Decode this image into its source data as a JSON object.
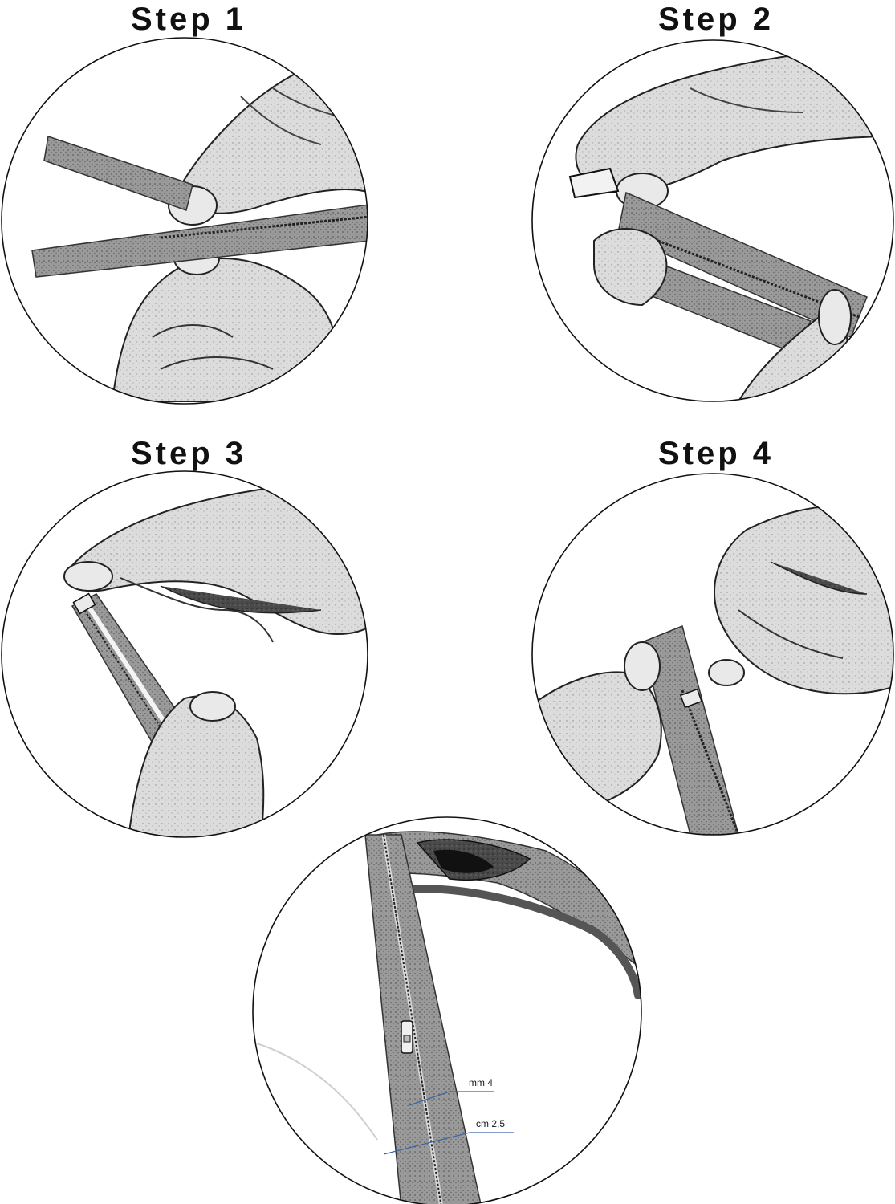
{
  "steps": [
    {
      "label": "Step 1",
      "scene": "hands aligning zipper tape halves"
    },
    {
      "label": "Step 2",
      "scene": "hand threading slider onto zipper"
    },
    {
      "label": "Step 3",
      "scene": "hand pulling slider along zipper"
    },
    {
      "label": "Step 4",
      "scene": "hands closing zipper with slider"
    }
  ],
  "detail": {
    "coil_width": "mm 4",
    "tape_width": "cm 2,5"
  },
  "colors": {
    "ink": "#1a1a1a",
    "tape_gray": "#8c8c8c",
    "skin_light": "#e8e8e8",
    "skin_shadow": "#6e6e6e",
    "accent_line": "#3a63a8"
  }
}
